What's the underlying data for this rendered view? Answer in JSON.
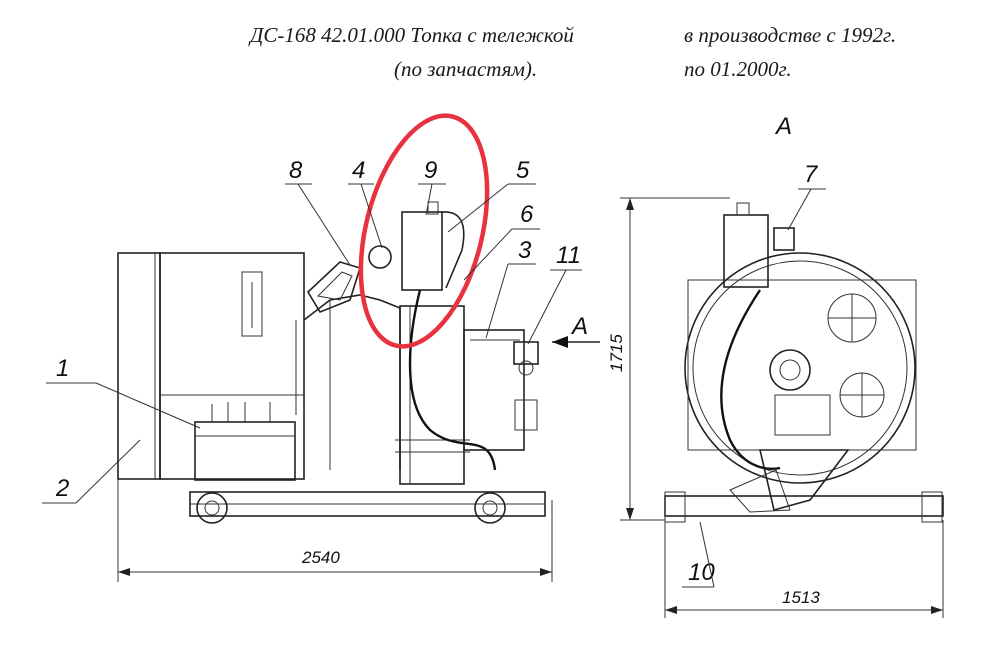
{
  "header": {
    "title_line1": "ДС-168 42.01.000 Топка с тележкой",
    "title_line2": "(по запчастям).",
    "production_line1": "в производстве с 1992г.",
    "production_line2": "по 01.2000г."
  },
  "callouts": {
    "c1": "1",
    "c2": "2",
    "c3": "3",
    "c4": "4",
    "c5": "5",
    "c6": "6",
    "c7": "7",
    "c8": "8",
    "c9": "9",
    "c10": "10",
    "c11": "11"
  },
  "view_labels": {
    "arrow_a": "A",
    "view_a": "A"
  },
  "dimensions": {
    "length": "2540",
    "height": "1715",
    "width": "1513"
  },
  "colors": {
    "highlight": "#e8323f",
    "line": "#222222"
  }
}
